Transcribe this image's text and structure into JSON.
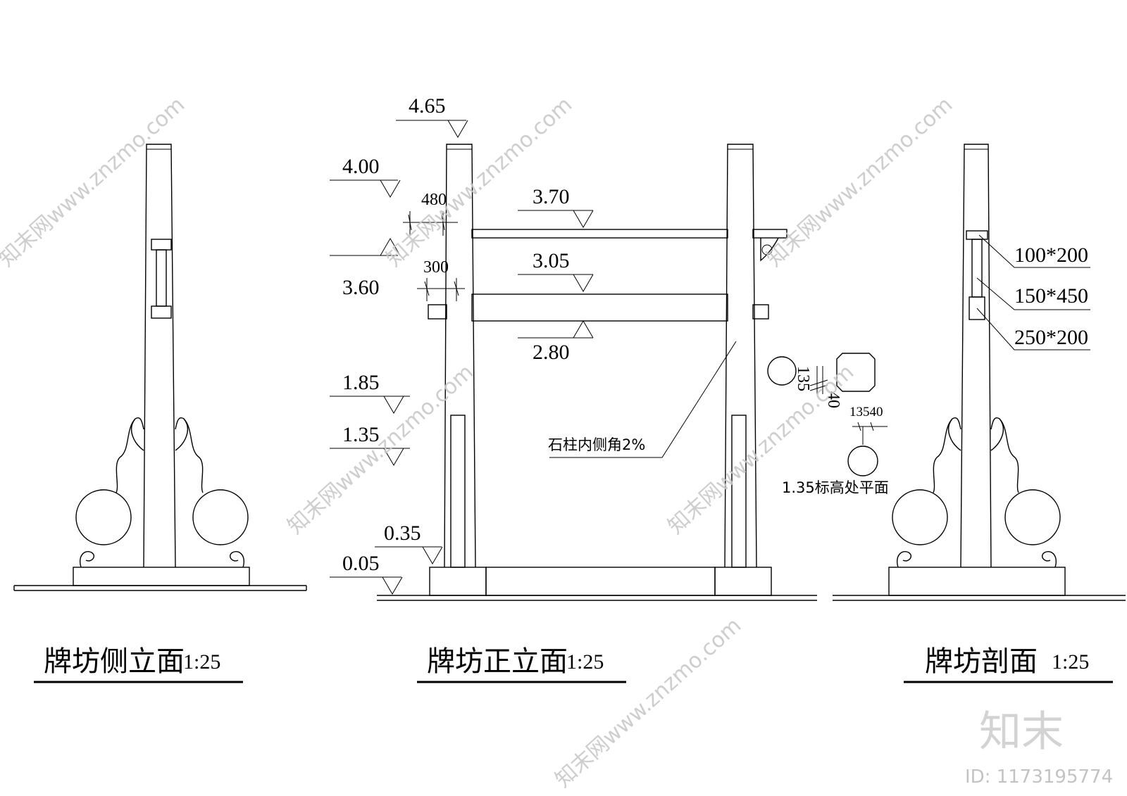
{
  "views": {
    "side": {
      "title": "牌坊侧立面",
      "scale": "1:25"
    },
    "front": {
      "title": "牌坊正立面",
      "scale": "1:25"
    },
    "section": {
      "title": "牌坊剖面",
      "scale": "1:25"
    }
  },
  "elevations": {
    "e465": "4.65",
    "e400": "4.00",
    "e360": "3.60",
    "e370": "3.70",
    "e305": "3.05",
    "e280": "2.80",
    "e185": "1.85",
    "e135": "1.35",
    "e035": "0.35",
    "e005": "0.05"
  },
  "dimensions": {
    "d480": "480",
    "d300": "300",
    "d135": "135",
    "d40": "40",
    "d13540": "13540"
  },
  "notes": {
    "chamfer": "石柱内侧角2%",
    "plan_135": "1.35标高处平面"
  },
  "section_labels": {
    "s1": "100*200",
    "s2": "150*450",
    "s3": "250*200"
  },
  "watermark": {
    "logo": "知末",
    "site": "知末网www.znzmo.com",
    "id": "ID: 1173195774"
  }
}
